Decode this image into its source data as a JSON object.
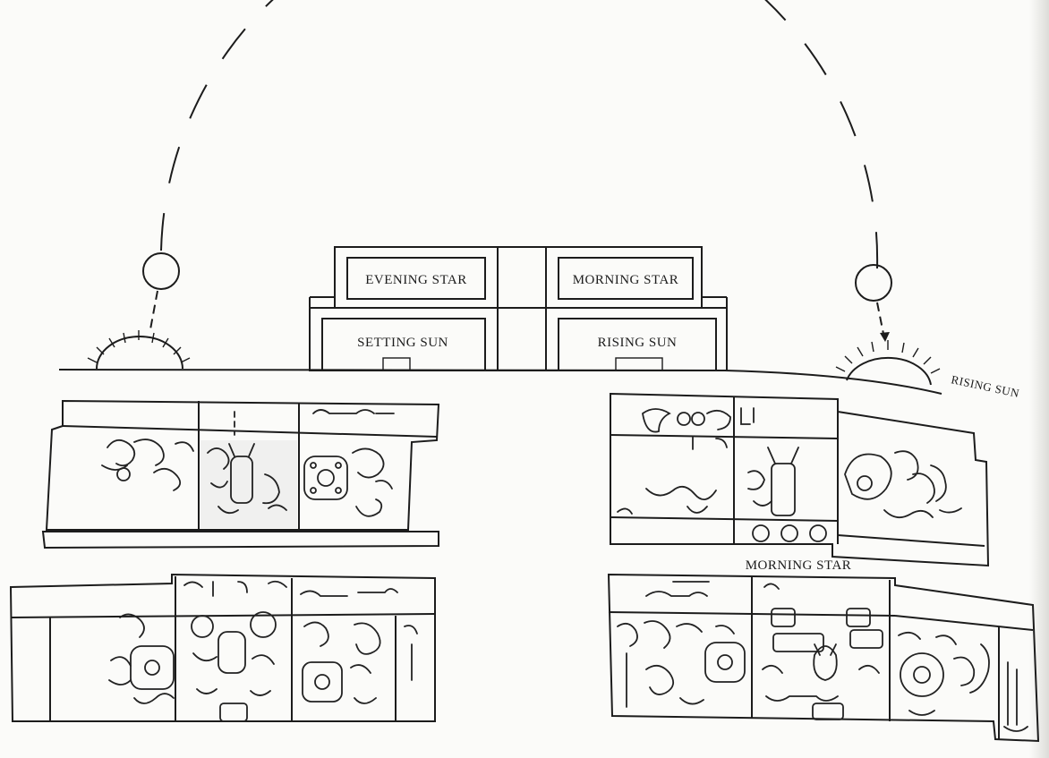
{
  "diagram": {
    "labels": {
      "evening_star": "EVENING STAR",
      "morning_star": "MORNING STAR",
      "setting_sun": "SETTING SUN",
      "rising_sun": "RISING SUN",
      "rising_sun_horizon": "RISING SUN",
      "morning_star_frieze": "MORNING STAR"
    }
  }
}
